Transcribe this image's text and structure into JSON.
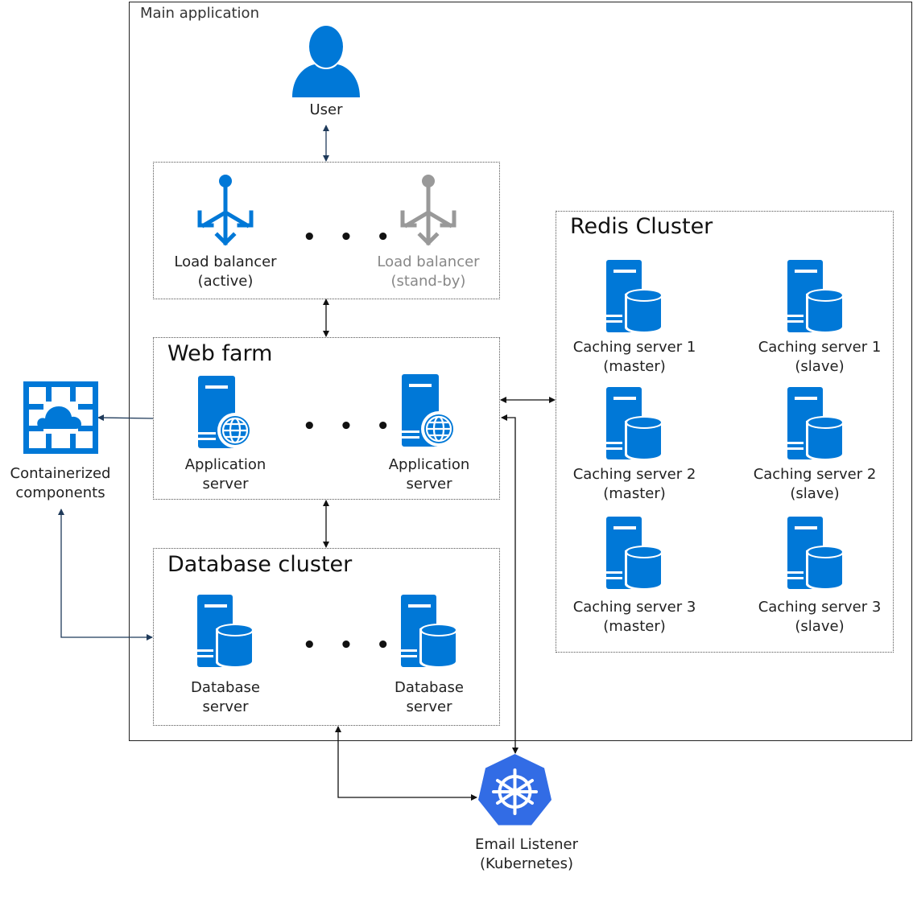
{
  "main_app": {
    "title": "Main application"
  },
  "user": {
    "label": "User",
    "icon": "user-icon"
  },
  "load_balancers": {
    "active": {
      "line1": "Load balancer",
      "line2": "(active)"
    },
    "standby": {
      "line1": "Load balancer",
      "line2": "(stand-by)"
    },
    "dots": "• • •"
  },
  "web_farm": {
    "title": "Web farm",
    "server1": {
      "line1": "Application",
      "line2": "server"
    },
    "server2": {
      "line1": "Application",
      "line2": "server"
    },
    "dots": "• • •"
  },
  "database_cluster": {
    "title": "Database cluster",
    "server1": {
      "line1": "Database",
      "line2": "server"
    },
    "server2": {
      "line1": "Database",
      "line2": "server"
    },
    "dots": "• • •"
  },
  "redis": {
    "title": "Redis Cluster",
    "servers": [
      {
        "line1": "Caching server 1",
        "line2": "(master)"
      },
      {
        "line1": "Caching server 1",
        "line2": "(slave)"
      },
      {
        "line1": "Caching server 2",
        "line2": "(master)"
      },
      {
        "line1": "Caching server 2",
        "line2": "(slave)"
      },
      {
        "line1": "Caching server 3",
        "line2": "(master)"
      },
      {
        "line1": "Caching server 3",
        "line2": "(slave)"
      }
    ]
  },
  "containerized": {
    "line1": "Containerized",
    "line2": "components"
  },
  "email_listener": {
    "line1": "Email Listener",
    "line2": "(Kubernetes)"
  },
  "colors": {
    "accent": "#0078d7",
    "standby": "#999999",
    "kubernetes": "#326ce5",
    "connector": "#1f3a5a"
  }
}
